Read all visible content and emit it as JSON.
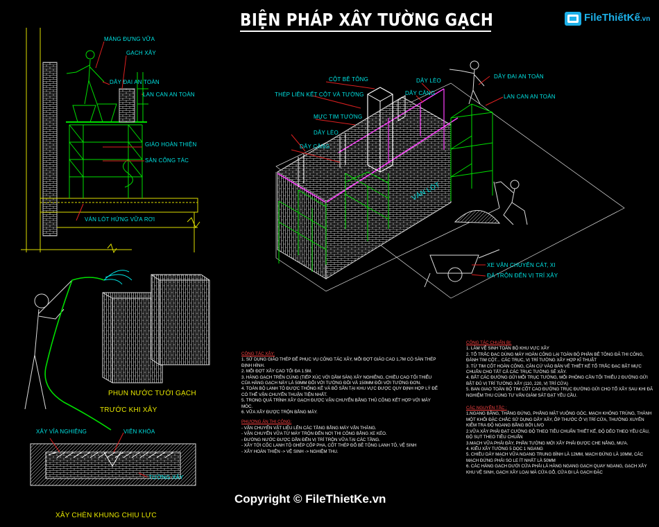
{
  "title": "BIỆN PHÁP XÂY TƯỜNG GẠCH",
  "logo": {
    "brand": "FileThiếtKế",
    "domain": ".vn"
  },
  "copyright": "Copyright © FileThietKe.vn",
  "left_section": {
    "labels": [
      "MÁNG ĐỰNG VỮA",
      "GẠCH XÂY",
      "DÂY ĐAI AN TOÀN",
      "LAN CAN AN TOÀN",
      "GIÁO HOÀN THIỆN",
      "SÀN CÔNG TÁC",
      "VÁN LÓT HỨNG VỮA RƠI"
    ]
  },
  "iso_section": {
    "labels": [
      "CỘT BÊ TÔNG",
      "THÉP LIÊN KẾT CỘT VÀ TƯỜNG",
      "MỰC TIM TƯỜNG",
      "DÂY LÈO",
      "DÂY CĂNG",
      "DÂY LÈO",
      "DÂY CĂNG",
      "DÂY ĐAI AN TOÀN",
      "LAN CAN AN TOÀN",
      "VÁN LÓT",
      "XE VẬN CHUYỂN CÁT, XI",
      "ĐÁ TRỘN ĐẾN VỊ TRÍ XÂY"
    ]
  },
  "watering": {
    "caption_1": "PHUN NƯỚC TƯỚI GẠCH",
    "caption_2": "TRƯỚC KHI XÂY"
  },
  "frame": {
    "labels": [
      "XÂY VỈA NGHIÊNG",
      "VIÊN KHÓA",
      "TƯỜNG XÂY"
    ],
    "caption": "XÂY CHÈN KHUNG CHỊU LỰC"
  },
  "notes_middle": {
    "heading_1": "CÔNG TÁC XÂY:",
    "lines_1": [
      "1. SỬ DỤNG GIÁO THÉP ĐỂ PHỤC VỤ CÔNG TÁC XÂY, MỖI ĐỢT GIÁO CAO 1,7M CÓ SÀN THÉP ĐỊNH HÌNH.",
      "2. MỖI ĐỢT XÂY CAO TỐI ĐA 1.5M.",
      "3. HÀNG GẠCH TRÊN CÙNG (TIẾP XÚC VỚI DẦM SÀN) XÂY NGHIÊNG, CHIỀU CAO TỐI THIỂU CỦA HÀNG GẠCH NÀY LÀ 50MM ĐỐI VỚI TƯỜNG ĐÔI VÀ 150MM ĐỐI VỚI TƯỜNG ĐƠN.",
      "4. TOÀN BỘ LANH TÔ ĐƯỢC THỐNG KÊ VÀ BỐ SẴN TẠI KHU VỰC ĐƯỢC QUY ĐỊNH HỢP LÝ ĐỂ CÓ THỂ VẬN CHUYỂN THUẬN TIỆN NHẤT.",
      "5. TRONG QUÁ TRÌNH XÂY GẠCH ĐƯỢC VẬN CHUYỂN BẰNG THỦ CÔNG KẾT HỢP VỚI MÁY MÓC.",
      "6. VỮA XÂY ĐƯỢC TRỘN BẰNG MÁY."
    ],
    "heading_2": "PHƯƠNG ÁN THI CÔNG:",
    "lines_2": [
      "- VẬN CHUYỂN VẬT LIỆU LÊN CÁC TẦNG BẰNG MÁY VẬN THĂNG.",
      "- VẬN CHUYỂN VỮA TỪ MÁY TRỘN ĐẾN NƠI THI CÔNG BẰNG XE KÉO.",
      "- ĐƯỜNG NƯỚC ĐƯỢC DẪN ĐẾN VỊ TRÍ TRỘN VỮA TẠI CÁC TẦNG.",
      "- XÂY TỚI CỐC LANH TÔ GHÉP CỐP PHA, CỐT THÉP ĐỔ BÊ TÔNG LANH TÔ, VỆ SINH",
      "- XÂY HOÀN THIỆN -> VỆ SINH -> NGHIỆM THU."
    ]
  },
  "notes_right": {
    "heading_1": "CÔNG TÁC CHUẨN BỊ:",
    "lines_1": [
      "1. LÀM VỆ SINH TOÀN BỘ KHU VỰC XÂY",
      "2. TỔ TRẮC ĐẠC DÙNG MÁY HOÀN CÔNG LẠI TOÀN BỘ PHẦN BÊ TÔNG ĐÃ THI CÔNG, ĐÁNH TIM CỘT... CÁC TRỤC, VỊ TRÍ TƯỜNG XÂY HỢP KĨ THUẬT",
      "3. TỪ TIM CỐT HOÀN CÔNG, CĂN CỨ VÀO BẢN VẼ THIẾT KẾ TỔ TRẮC ĐẠC BẬT MỰC CHUẨN CHO TẤT CẢ CÁC TRỤC TƯỜNG SẼ XÂY.",
      "4. BẮT CÁC ĐƯỜNG GỬI MỖI TRỤC TƯỜNG, MỖI PHÒNG CẦN TỐI THIỂU 2 ĐƯỜNG GỬI BẬT ĐỦ VỊ TRÍ TƯỜNG XÂY (110, 220, VỊ TRÍ CỬA)",
      "5. BAN GIAO TOÀN BỘ TIM CỐT CAO ĐƯỜNG TRỤC ĐƯỜNG GỬI CHO TỔ XÂY SAU KHI ĐÃ NGHIỆM THU CÙNG TƯ VẤN GIÁM SÁT ĐẠT YÊU CẦU."
    ],
    "heading_2": "CÁC NGUYÊN TẮC :",
    "lines_2": [
      "1.NGANG BẰNG, THẲNG ĐỨNG, PHẲNG MẶT VUÔNG GÓC, MẠCH KHÔNG TRÙNG, THÀNH MỘT KHỐI ĐẶC CHẮC SỬ DỤNG DÂY XÂY, ỐP THƯỚC Ở VỊ TRÍ CỬA, THƯỜNG XUYÊN KIỂM TRA ĐỘ NGANG BẰNG BỞI LIVO",
      "2.VỮA XÂY PHẢI ĐẠT CƯỜNG ĐỘ THEO TIÊU CHUẨN THIẾT KẾ, ĐỘ DẺO THEO YÊU CẦU, ĐỘ SỤT THEO TIÊU CHUẨN",
      "3.MẠCH VỮA PHẢI ĐẦY, PHẦN TƯỜNG MỚI XÂY PHẢI ĐƯỢC CHE NẮNG, MƯA.",
      "4. KIỂU XÂY TƯỜNG 5 DỌC 1 NGANG",
      "5. CHIỀU DÀY MẠCH VỮA NGANG TRUNG BÌNH LÀ 12MM, MẠCH ĐỨNG LÀ 10MM, CÁC MẠCH ĐỨNG PHẢI SO LE ÍT NHẤT LÀ 50MM",
      "6. CÁC HÀNG GẠCH DƯỚI CỬA PHẢI LÀ HÀNG NGANG GẠCH QUAY NGANG, GẠCH XÂY KHU VỆ SINH, GẠCH XÂY LOẠI MÀ CỬA GỖ, CỬA ĐI LÀ GẠCH ĐẶC"
    ]
  }
}
